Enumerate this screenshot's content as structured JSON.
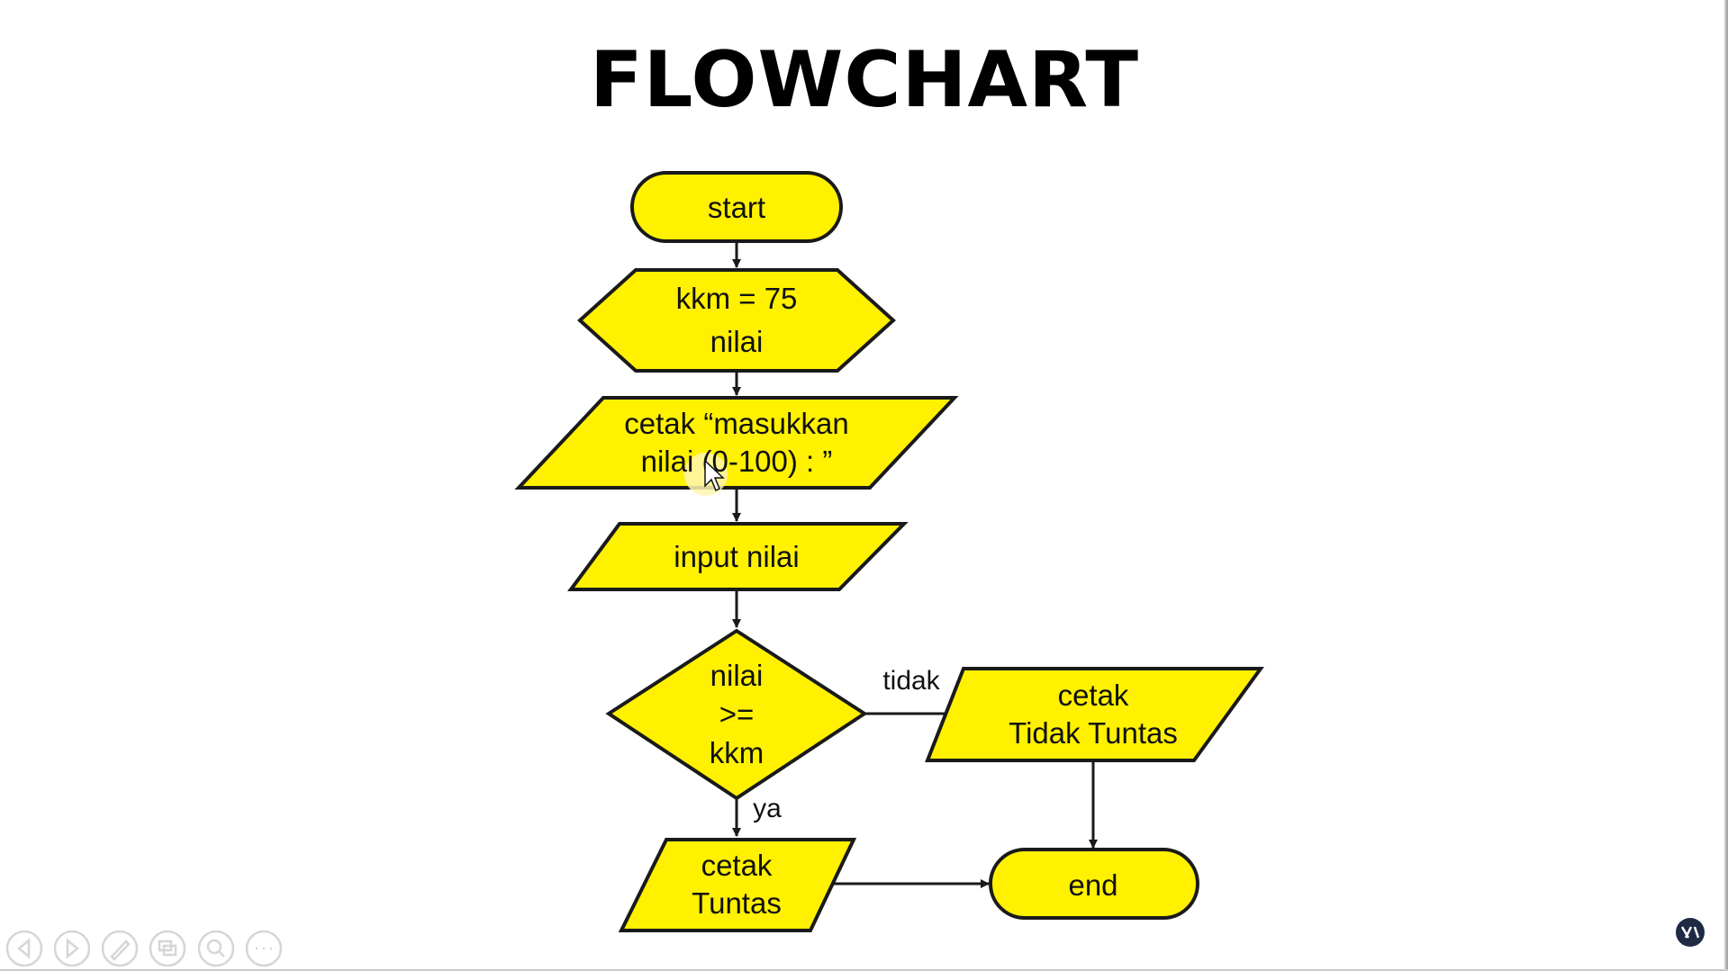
{
  "title": "FLOWCHART",
  "colors": {
    "shape_fill": "#fff100",
    "stroke": "#1a1a1a",
    "background": "#ffffff"
  },
  "nodes": {
    "start": {
      "type": "terminator",
      "lines": [
        "start"
      ]
    },
    "init": {
      "type": "preparation",
      "lines": [
        "kkm = 75",
        "nilai"
      ]
    },
    "prompt": {
      "type": "input-output",
      "lines": [
        "cetak “masukkan",
        "nilai (0-100) : ”"
      ]
    },
    "input": {
      "type": "input-output",
      "lines": [
        "input nilai"
      ]
    },
    "decision": {
      "type": "decision",
      "lines": [
        "nilai",
        ">=",
        "kkm"
      ]
    },
    "fail": {
      "type": "input-output",
      "lines": [
        "cetak",
        "Tidak Tuntas"
      ]
    },
    "pass": {
      "type": "input-output",
      "lines": [
        "cetak",
        "Tuntas"
      ]
    },
    "end": {
      "type": "terminator",
      "lines": [
        "end"
      ]
    }
  },
  "edges": [
    {
      "from": "start",
      "to": "init",
      "label": ""
    },
    {
      "from": "init",
      "to": "prompt",
      "label": ""
    },
    {
      "from": "prompt",
      "to": "input",
      "label": ""
    },
    {
      "from": "input",
      "to": "decision",
      "label": ""
    },
    {
      "from": "decision",
      "to": "fail",
      "label": "tidak"
    },
    {
      "from": "decision",
      "to": "pass",
      "label": "ya"
    },
    {
      "from": "fail",
      "to": "end",
      "label": ""
    },
    {
      "from": "pass",
      "to": "end",
      "label": ""
    }
  ],
  "slideshow_controls": [
    "previous-icon",
    "next-icon",
    "pen-icon",
    "slides-icon",
    "zoom-icon",
    "more-icon"
  ],
  "corner_logo": "logo-icon"
}
